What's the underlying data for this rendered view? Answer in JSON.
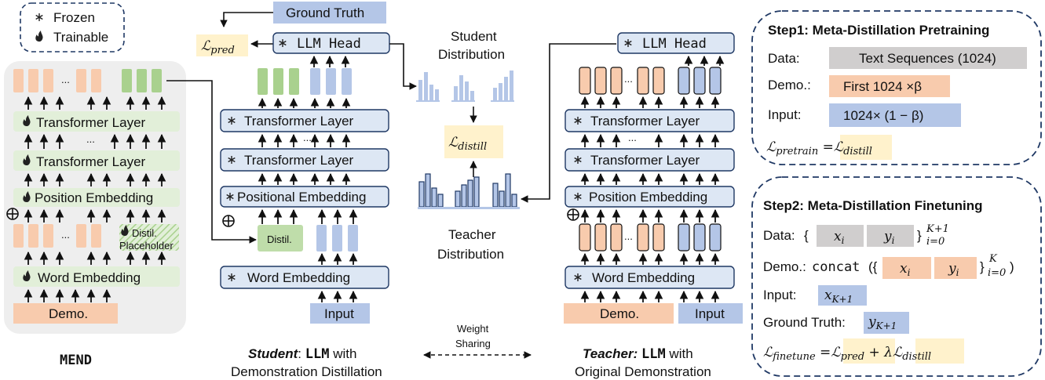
{
  "legend": {
    "frozen": "Frozen",
    "trainable": "Trainable"
  },
  "mend": {
    "title": "MEND",
    "transformer_layer": "Transformer Layer",
    "ellipsis": "...",
    "position_embedding": "Position Embedding",
    "distil_placeholder_1": "Distil.",
    "distil_placeholder_2": "Placeholder",
    "word_embedding": "Word Embedding",
    "demo": "Demo."
  },
  "student": {
    "ground_truth": "Ground Truth",
    "loss_pred": "ℒ",
    "loss_pred_sub": "pred",
    "llm_head": "LLM Head",
    "transformer_layer": "Transformer Layer",
    "positional_embedding": "Positional Embedding",
    "distil": "Distil.",
    "word_embedding": "Word Embedding",
    "input": "Input",
    "caption_bold": "Student",
    "caption_llm": "LLM",
    "caption_with": "with",
    "caption_line2": "Demonstration Distillation"
  },
  "middle": {
    "student_dist_1": "Student",
    "student_dist_2": "Distribution",
    "loss_distill": "ℒ",
    "loss_distill_sub": "distill",
    "teacher_dist_1": "Teacher",
    "teacher_dist_2": "Distribution",
    "weight_1": "Weight",
    "weight_2": "Sharing"
  },
  "teacher": {
    "llm_head": "LLM Head",
    "transformer_layer": "Transformer Layer",
    "position_embedding": "Position Embedding",
    "word_embedding": "Word Embedding",
    "demo": "Demo.",
    "input": "Input",
    "caption_bold": "Teacher:",
    "caption_llm": "LLM",
    "caption_with": "with",
    "caption_line2": "Original Demonstration"
  },
  "step1": {
    "title": "Step1: Meta-Distillation Pretraining",
    "data_label": "Data:",
    "data_value": "Text Sequences (1024)",
    "demo_label": "Demo.:",
    "demo_value": "First 1024 ×β",
    "input_label": "Input:",
    "input_value": "1024× (1 − β)",
    "loss_left": "ℒ",
    "loss_left_sub": "pretrain",
    "loss_eq": " =",
    "loss_right": "ℒ",
    "loss_right_sub": "distill"
  },
  "step2": {
    "title": "Step2: Meta-Distillation Finetuning",
    "data_label": "Data:",
    "brace_open": "{",
    "x_i": "x",
    "x_i_sub": "i",
    "y_i": "y",
    "y_i_sub": "i",
    "brace_close": "}",
    "data_sup": "K+1",
    "data_sub": "i=0",
    "demo_label": "Demo.:",
    "concat": "concat",
    "concat_open": "({",
    "concat_close": "}",
    "concat_sup": "K",
    "concat_sub": "i=0",
    "paren_close": ")",
    "input_label": "Input:",
    "x_k1": "x",
    "x_k1_sub": "K+1",
    "gt_label": "Ground Truth:",
    "y_k1": "y",
    "y_k1_sub": "K+1",
    "loss_left": "ℒ",
    "loss_left_sub": "finetune",
    "loss_eq": " =",
    "loss_pred": "ℒ",
    "loss_pred_sub": "pred",
    "plus_lambda": " + λ",
    "loss_distill": "ℒ",
    "loss_distill_sub": "distill"
  },
  "colors": {
    "blue_fill": "#dde7f4",
    "blue_token": "#b4c6e7",
    "green_fill": "#e2efd9",
    "green_token": "#a9d18e",
    "orange_token": "#f8cbad",
    "yellow": "#fff2cc",
    "gray_box": "#d0cece",
    "panel_gray": "#eeeeee",
    "navy": "#1f3864"
  }
}
